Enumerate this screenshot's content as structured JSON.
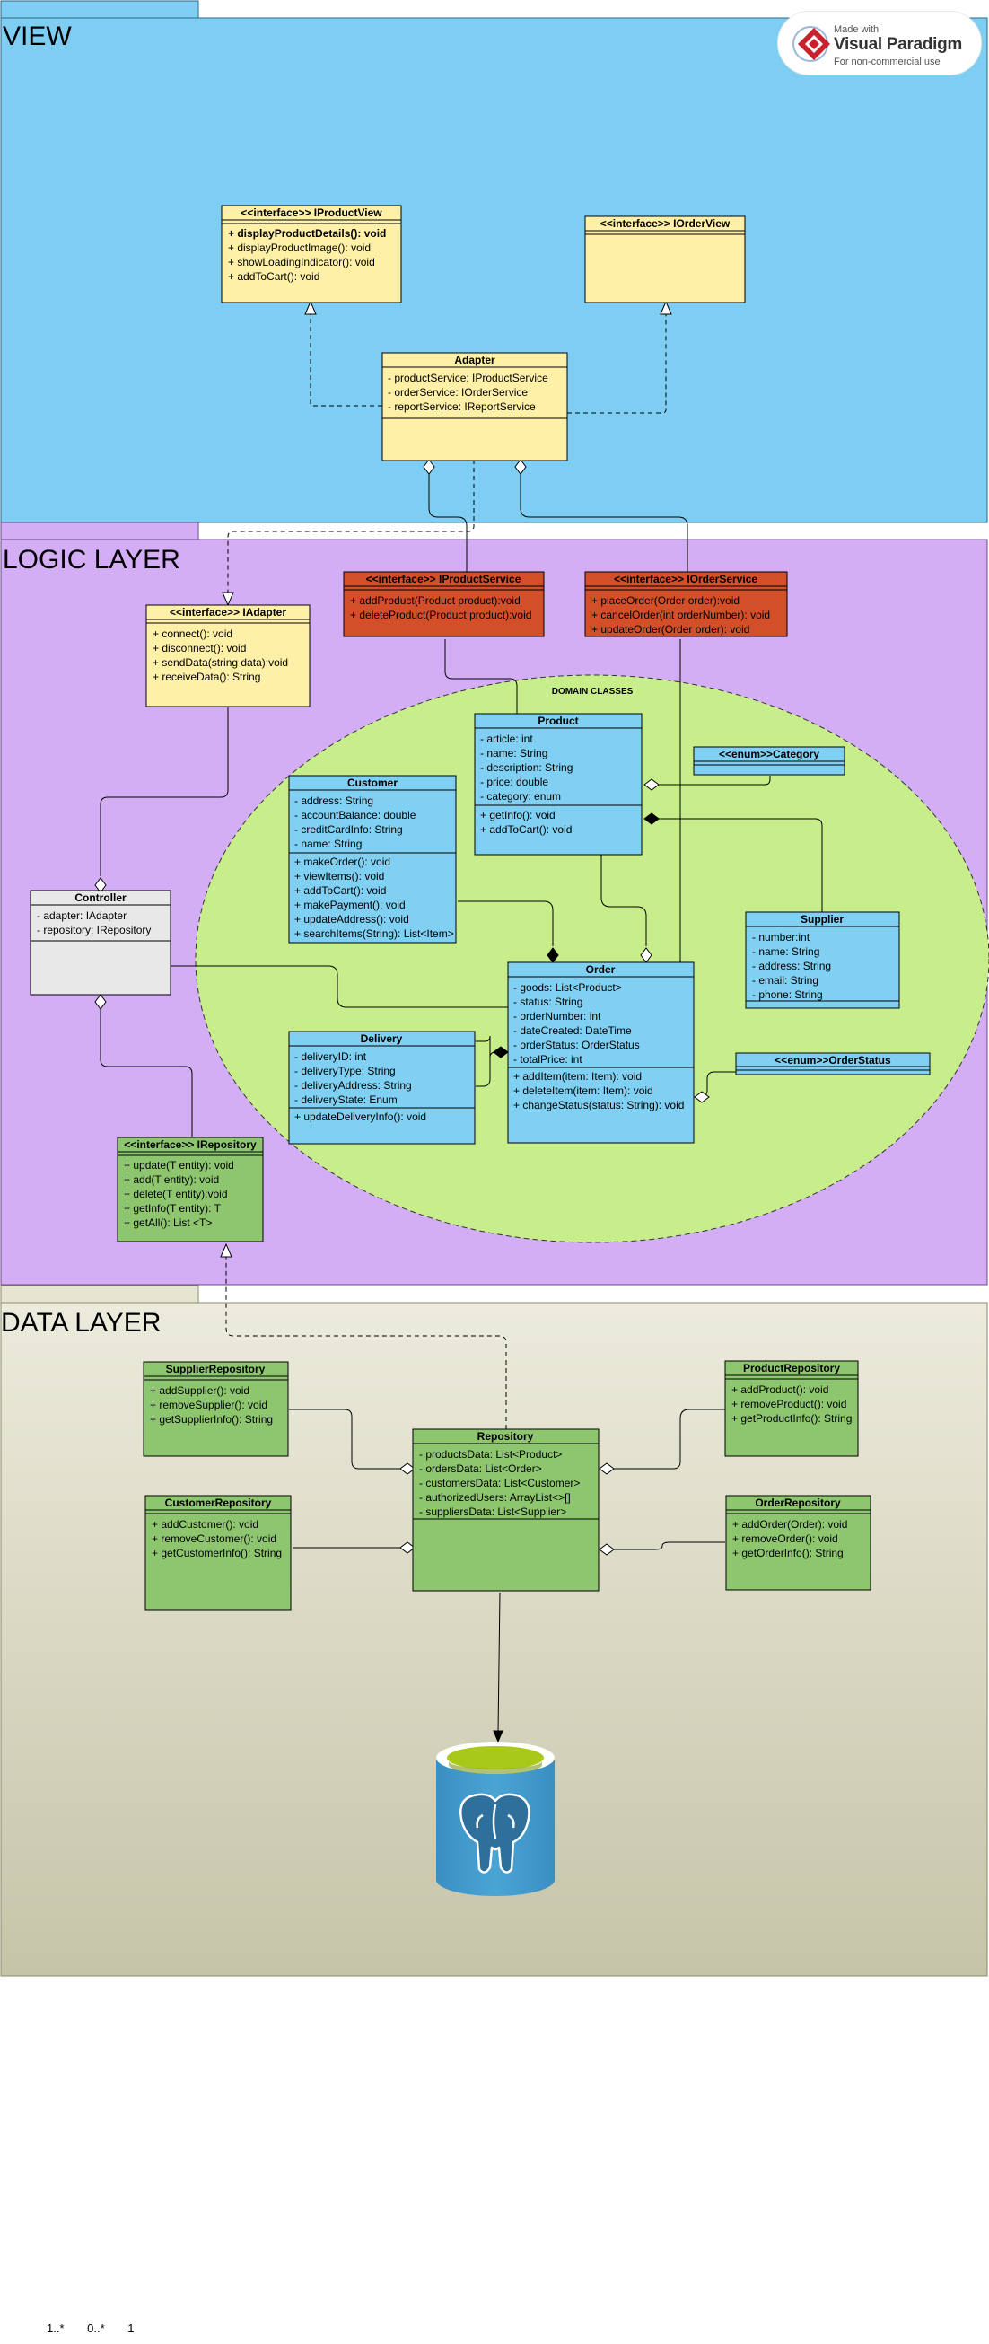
{
  "lanes": {
    "view": "VIEW",
    "logic": "LOGIC LAYER",
    "data": "DATA LAYER"
  },
  "badge": {
    "made_with": "Made with",
    "brand": "Visual Paradigm",
    "note": "For non-commercial use"
  },
  "domain_label": "DOMAIN CLASSES",
  "classes": {
    "iproductview": {
      "name": "<<interface>>  IProductView",
      "ops": [
        "+ displayProductDetails(): void",
        "+ displayProductImage(): void",
        "+ showLoadingIndicator(): void",
        "+ addToCart(): void"
      ]
    },
    "iorderview": {
      "name": "<<interface>> IOrderView"
    },
    "adapter": {
      "name": "Adapter",
      "attrs": [
        "- productService: IProductService",
        "- orderService: IOrderService",
        "- reportService: IReportService"
      ]
    },
    "iadapter": {
      "name": "<<interface>> IAdapter",
      "ops": [
        "+ connect(): void",
        "+ disconnect(): void",
        "+ sendData(string data):void",
        "+ receiveData(): String"
      ]
    },
    "iproductservice": {
      "name": "<<interface>> IProductService",
      "ops": [
        "+ addProduct(Product product):void",
        "+ deleteProduct(Product product):void"
      ]
    },
    "iorderservice": {
      "name": "<<interface>> IOrderService",
      "ops": [
        "+ placeOrder(Order order):void",
        "+ cancelOrder(int orderNumber): void",
        "+ updateOrder(Order order): void"
      ]
    },
    "product": {
      "name": "Product",
      "attrs": [
        "- article: int",
        "- name: String",
        "- description: String",
        "- price: double",
        "- category: enum"
      ],
      "ops": [
        "+ getInfo(): void",
        "+ addToCart(): void"
      ]
    },
    "category": {
      "name": "<<enum>>Category"
    },
    "customer": {
      "name": "Customer",
      "attrs": [
        "- address: String",
        "- accountBalance: double",
        "- creditCardInfo: String",
        "- name: String"
      ],
      "ops": [
        "+ makeOrder(): void",
        "+ viewItems(): void",
        "+ addToCart(): void",
        "+ makePayment(): void",
        "+ updateAddress(): void",
        "+ searchItems(String): List<Item>"
      ]
    },
    "controller": {
      "name": "Controller",
      "attrs": [
        "- adapter: IAdapter",
        "- repository: IRepository"
      ]
    },
    "supplier": {
      "name": "Supplier",
      "attrs": [
        "- number:int",
        "- name: String",
        "- address: String",
        "- email: String",
        "- phone: String"
      ]
    },
    "order": {
      "name": "Order",
      "attrs": [
        "- goods: List<Product>",
        "- status: String",
        "- orderNumber: int",
        "- dateCreated: DateTime",
        "- orderStatus: OrderStatus",
        "- totalPrice: int"
      ],
      "ops": [
        "+ addItem(item: Item): void",
        "+ deleteItem(item: Item): void",
        "+ changeStatus(status: String): void"
      ]
    },
    "delivery": {
      "name": "Delivery",
      "attrs": [
        "- deliveryID: int",
        "- deliveryType: String",
        "- deliveryAddress: String",
        "- deliveryState: Enum"
      ],
      "ops": [
        "+ updateDeliveryInfo(): void"
      ]
    },
    "orderstatus": {
      "name": "<<enum>>OrderStatus"
    },
    "irepository": {
      "name": "<<interface>> IRepository",
      "ops": [
        "+ update(T entity): void",
        "+ add(T entity): void",
        "+ delete(T entity):void",
        "+ getInfo(T entity): T",
        "+ getAll(): List <T>"
      ]
    },
    "supplierrepo": {
      "name": "SupplierRepository",
      "ops": [
        "+ addSupplier(): void",
        "+ removeSupplier(): void",
        "+ getSupplierInfo(): String"
      ]
    },
    "productrepo": {
      "name": "ProductRepository",
      "ops": [
        "+ addProduct(): void",
        "+ removeProduct(): void",
        "+ getProductInfo(): String"
      ]
    },
    "repository": {
      "name": "Repository",
      "attrs": [
        "- productsData: List<Product>",
        "- ordersData: List<Order>",
        "- customersData: List<Customer>",
        "- authorizedUsers: ArrayList<>[]",
        "- suppliersData: List<Supplier>"
      ]
    },
    "customerrepo": {
      "name": "CustomerRepository",
      "ops": [
        "+ addCustomer(): void",
        "+ removeCustomer(): void",
        "+ getCustomerInfo(): String"
      ]
    },
    "orderrepo": {
      "name": "OrderRepository",
      "ops": [
        "+ addOrder(Order): void",
        "+ removeOrder(): void",
        "+ getOrderInfo(): String"
      ]
    }
  },
  "multiplicities": [
    "1..*",
    "0..*",
    "1"
  ],
  "colors": {
    "view_lane": "#7ecef4",
    "logic_lane": "#d4aef5",
    "data_lane_top": "#ecebdc",
    "data_lane_bottom": "#c6c4a8",
    "domain_ellipse": "#c8ee8c",
    "interface_yellow": "#fff0a8",
    "service_red": "#d24f2a",
    "domain_blue": "#7fd0f2",
    "repo_green": "#8dc66f",
    "controller_grey": "#e8e8e8",
    "db_blue": "#3f95c7",
    "db_top_green": "#a8c91a"
  }
}
